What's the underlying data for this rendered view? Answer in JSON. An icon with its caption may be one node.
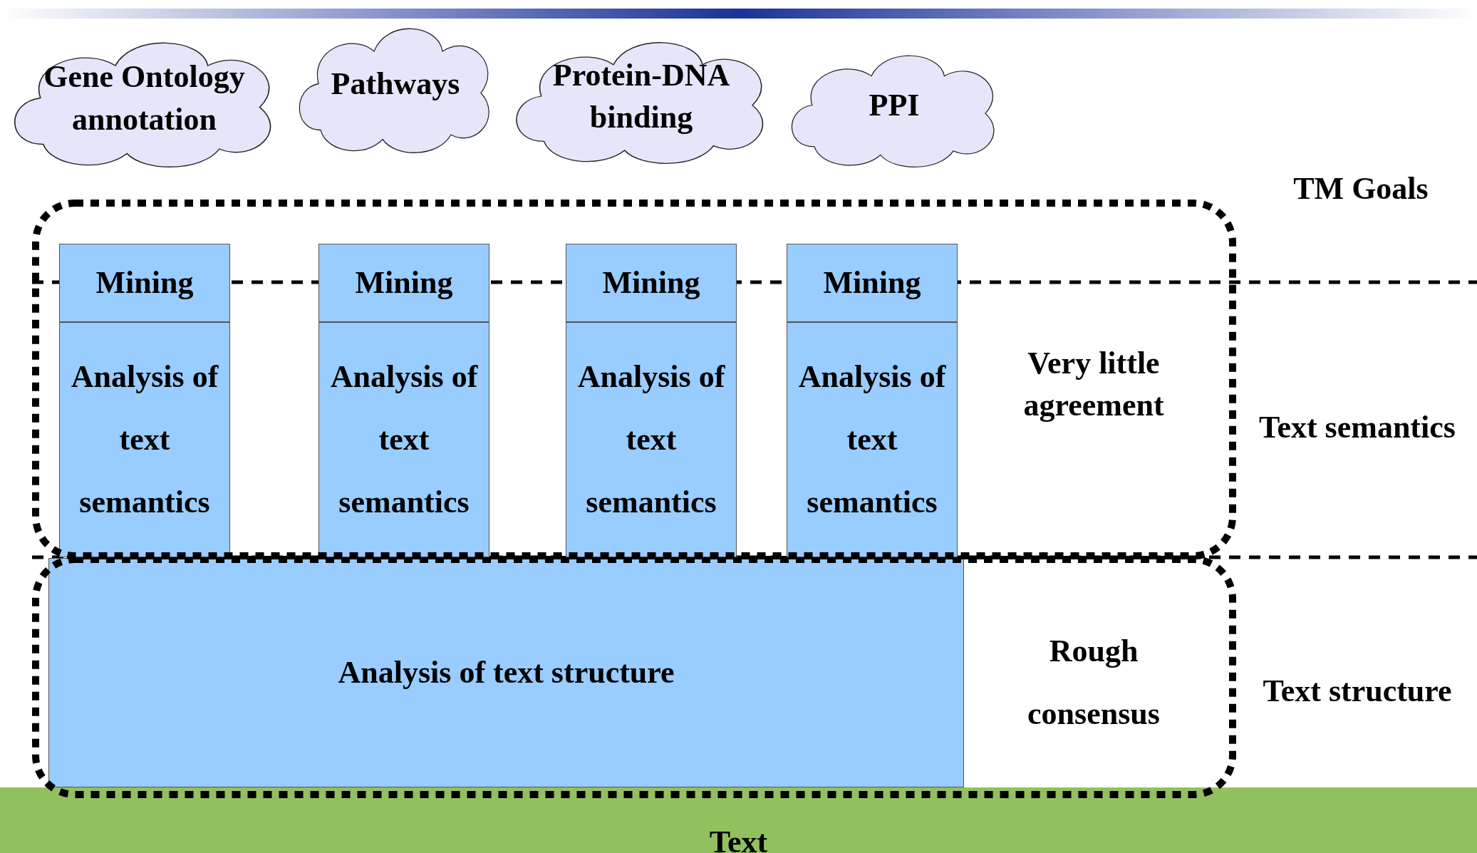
{
  "diagram": {
    "nodes": [
      {
        "text": [
          "Gene Ontology annotation"
        ]
      },
      {
        "text": [
          "Pathways"
        ]
      },
      {
        "text": [
          "Protein-DNA binding"
        ]
      },
      {
        "text": [
          "PPI"
        ]
      },
      {
        "text": [],
        "shape": "box"
      },
      {
        "text": [
          "Mining"
        ],
        "in": 4
      },
      {
        "text": [
          "Analysis of text semantics"
        ],
        "in": 4
      },
      {
        "text": [
          "Mining"
        ],
        "in": 4
      },
      {
        "text": [
          "Analysis of text semantics"
        ],
        "in": 4
      },
      {
        "text": [
          "Mining"
        ],
        "in": 4
      },
      {
        "text": [
          "Analysis of text semantics"
        ],
        "in": 4
      },
      {
        "text": [
          "Mining"
        ],
        "in": 4
      },
      {
        "text": [
          "Analysis of text semantics"
        ],
        "in": 4
      },
      {
        "text": [],
        "shape": "box"
      },
      {
        "text": [
          "Analysis of text structure"
        ],
        "in": 13
      },
      {
        "text": [
          "Text"
        ]
      }
    ],
    "edges": [],
    "labels": [
      "TM Goals",
      "Very little agreement",
      "Text semantics",
      "Rough consensus",
      "Text structure"
    ]
  }
}
